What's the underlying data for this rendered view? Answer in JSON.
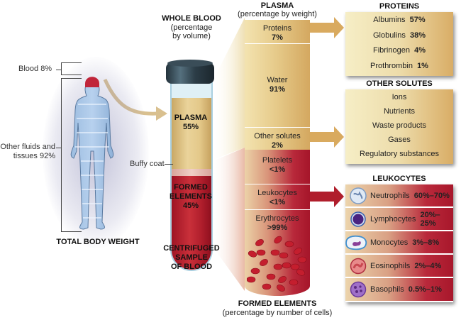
{
  "body_figure": {
    "caption": "TOTAL BODY WEIGHT",
    "blood_label": "Blood 8%",
    "other_label_line1": "Other fluids and",
    "other_label_line2": "tissues 92%"
  },
  "tube": {
    "title": "WHOLE BLOOD",
    "subtitle_line1": "(percentage",
    "subtitle_line2": "by volume)",
    "plasma_label": "PLASMA",
    "plasma_value": "55%",
    "buffy_label": "Buffy coat",
    "formed_label_line1": "FORMED",
    "formed_label_line2": "ELEMENTS",
    "formed_value": "45%",
    "caption_line1": "CENTRIFUGED",
    "caption_line2": "SAMPLE",
    "caption_line3": "OF BLOOD"
  },
  "plasma_column": {
    "title": "PLASMA",
    "subtitle": "(percentage by weight)",
    "segments": [
      {
        "name": "Proteins",
        "value": "7%"
      },
      {
        "name": "Water",
        "value": "91%"
      },
      {
        "name": "Other solutes",
        "value": "2%"
      }
    ]
  },
  "formed_column": {
    "title": "FORMED ELEMENTS",
    "subtitle": "(percentage by number of cells)",
    "segments": [
      {
        "name": "Platelets",
        "value": "<1%"
      },
      {
        "name": "Leukocytes",
        "value": "<1%"
      },
      {
        "name": "Erythrocytes",
        "value": ">99%"
      }
    ]
  },
  "proteins_box": {
    "title": "PROTEINS",
    "items": [
      {
        "name": "Albumins",
        "value": "57%"
      },
      {
        "name": "Globulins",
        "value": "38%"
      },
      {
        "name": "Fibrinogen",
        "value": "4%"
      },
      {
        "name": "Prothrombin",
        "value": "1%"
      }
    ]
  },
  "solutes_box": {
    "title": "OTHER SOLUTES",
    "items": [
      "Ions",
      "Nutrients",
      "Waste products",
      "Gases",
      "Regulatory substances"
    ]
  },
  "leukocytes_box": {
    "title": "LEUKOCYTES",
    "items": [
      {
        "name": "Neutrophils",
        "value": "60%–70%",
        "icon": "neutrophil-icon"
      },
      {
        "name": "Lymphocytes",
        "value": "20%–25%",
        "icon": "lymphocyte-icon"
      },
      {
        "name": "Monocytes",
        "value": "3%–8%",
        "icon": "monocyte-icon"
      },
      {
        "name": "Eosinophils",
        "value": "2%–4%",
        "icon": "eosinophil-icon"
      },
      {
        "name": "Basophils",
        "value": "0.5%–1%",
        "icon": "basophil-icon"
      }
    ]
  },
  "colors": {
    "plasma_gold": "#e2c27d",
    "blood_red": "#b01e2c",
    "body_blue": "#a9c6e6"
  }
}
